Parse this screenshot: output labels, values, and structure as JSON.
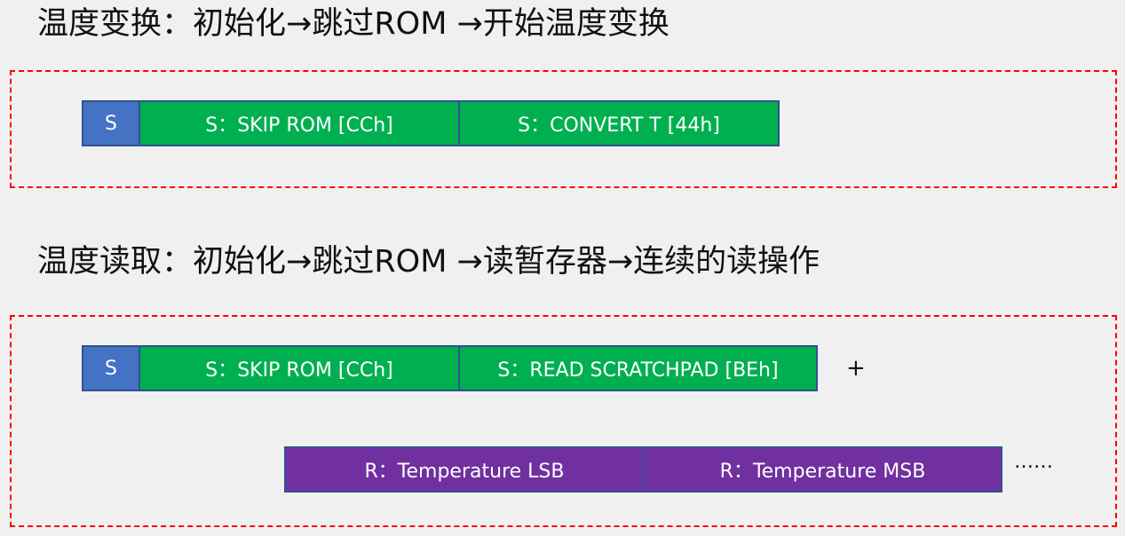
{
  "section1": {
    "title": "温度变换：初始化→跳过ROM →开始温度变换",
    "cells": [
      "S",
      "S：SKIP ROM [CCh]",
      "S：CONVERT T [44h]"
    ]
  },
  "section2": {
    "title": "温度读取：初始化→跳过ROM →读暂存器→连续的读操作",
    "write_cells": [
      "S",
      "S：SKIP ROM [CCh]",
      "S：READ SCRATCHPAD [BEh]"
    ],
    "plus": "+",
    "read_cells": [
      "R：Temperature LSB",
      "R：Temperature MSB"
    ],
    "ellipsis": "……"
  },
  "colors": {
    "start": "#4472c4",
    "write": "#00b050",
    "read": "#7030a0",
    "border": "#ff0000"
  }
}
